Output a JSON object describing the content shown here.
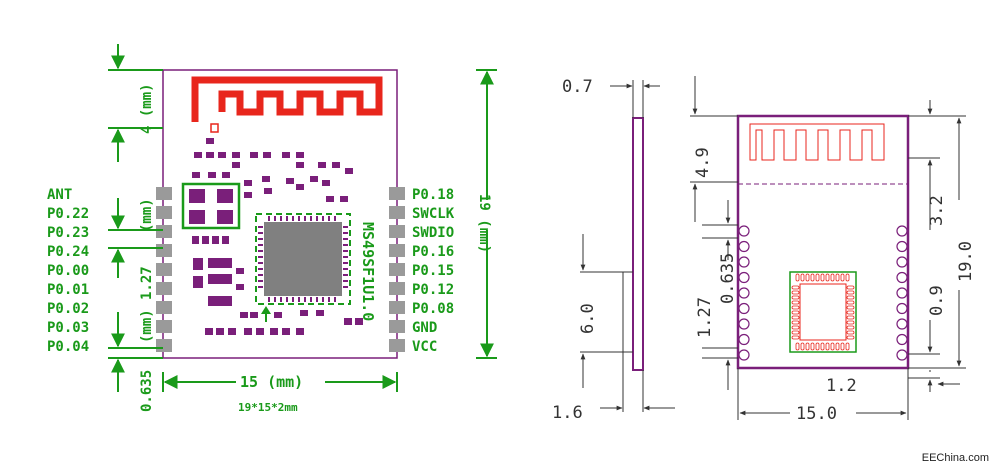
{
  "colors": {
    "pcb_outline": "#7a1f7a",
    "pad_purple": "#7a1f7a",
    "antenna_red": "#e8261c",
    "label_green": "#1a9a1a",
    "pad_gray": "#9a9a9a",
    "chip_gray": "#808080",
    "dim_dark": "#333333"
  },
  "left_view": {
    "left_pins": [
      "ANT",
      "P0.22",
      "P0.23",
      "P0.24",
      "P0.00",
      "P0.01",
      "P0.02",
      "P0.03",
      "P0.04"
    ],
    "right_pins": [
      "P0.18",
      "SWCLK",
      "SWDIO",
      "P0.16",
      "P0.15",
      "P0.12",
      "P0.08",
      "GND",
      "VCC"
    ],
    "chip_text": "MS49SF1U1.0",
    "dim_antenna": "4 (mm)",
    "dim_pitch_mm": "(mm)",
    "dim_pitch": "1.27",
    "dim_edge": "0.635",
    "dim_edge_mm": "(mm)",
    "dim_width": "15 (mm)",
    "dim_height": "19 (mm)",
    "size_caption": "19*15*2mm"
  },
  "middle_view": {
    "dim_top": "0.7",
    "dim_height": "6.0",
    "dim_bottom": "1.6"
  },
  "right_view": {
    "dim_antenna": "4.9",
    "dim_pitch": "1.27",
    "dim_edge": "0.635",
    "dim_right_top": "3.2",
    "dim_right_bottom": "0.9",
    "dim_total_height": "19.0",
    "dim_bottom_pad": "1.2",
    "dim_width": "15.0"
  },
  "watermark": "EEChina.com"
}
